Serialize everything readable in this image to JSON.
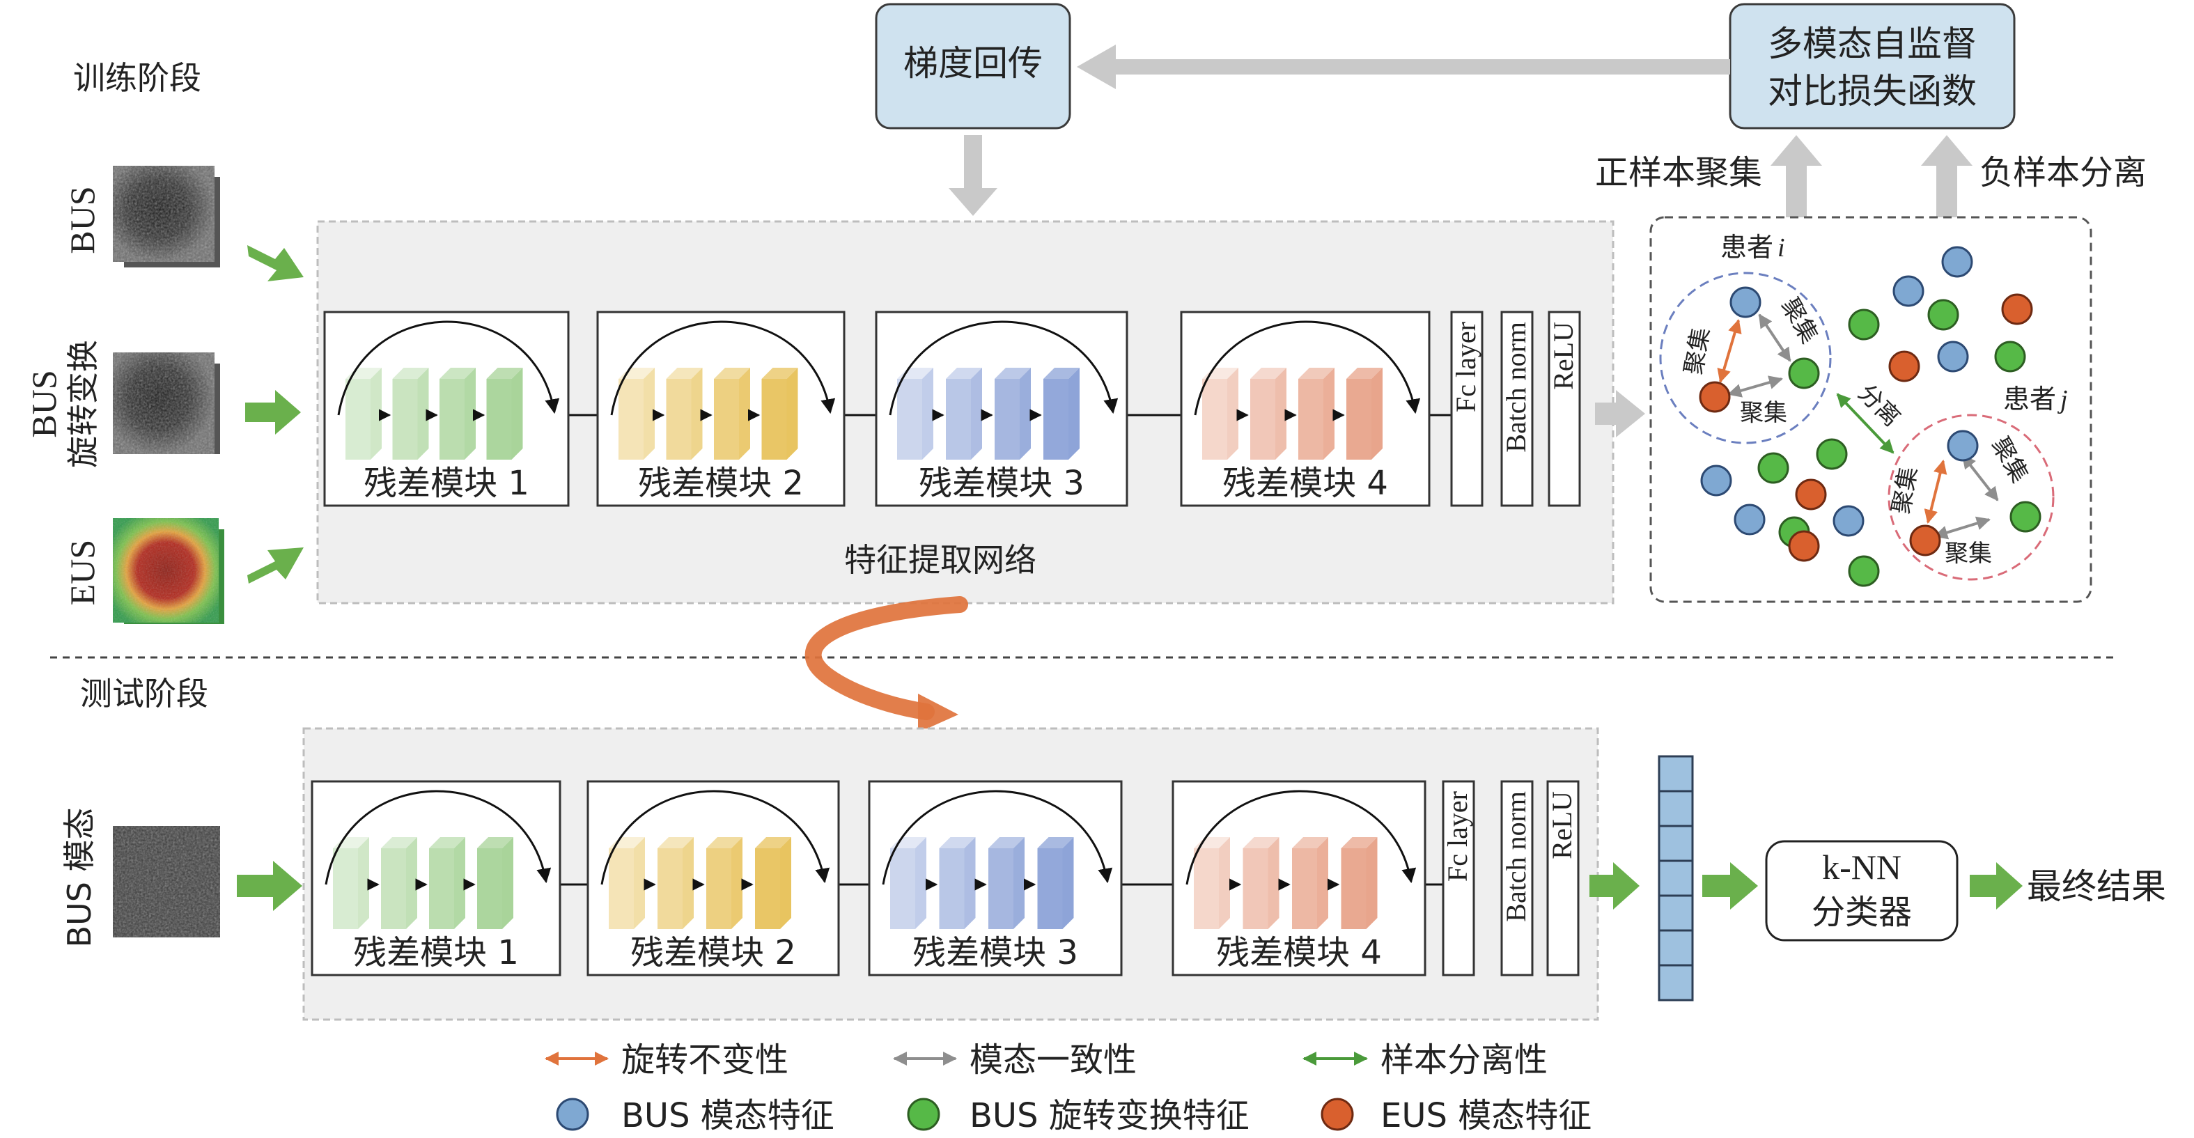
{
  "train": {
    "stage_label": "训练阶段",
    "inputs": {
      "bus": "BUS",
      "rot_line1": "BUS",
      "rot_line2": "旋转变换",
      "eus": "EUS"
    },
    "network_label": "特征提取网络"
  },
  "test": {
    "stage_label": "测试阶段",
    "input_label": "BUS 模态"
  },
  "blocks": [
    "残差模块 1",
    "残差模块 2",
    "残差模块 3",
    "残差模块 4"
  ],
  "layers": [
    "Fc layer",
    "Batch norm",
    "ReLU"
  ],
  "top": {
    "gradient_box": "梯度回传",
    "loss_line1": "多模态自监督",
    "loss_line2": "对比损失函数",
    "positive": "正样本聚集",
    "negative": "负样本分离"
  },
  "feature_space": {
    "patient_i_prefix": "患者",
    "patient_i_var": "i",
    "patient_j_prefix": "患者",
    "patient_j_var": "j",
    "gather": "聚集",
    "separate": "分离"
  },
  "classifier": {
    "line1": "k-NN",
    "line2": "分类器"
  },
  "final_result": "最终结果",
  "legend": {
    "rotation": "旋转不变性",
    "modality": "模态一致性",
    "separation": "样本分离性",
    "bus_feature": "BUS 模态特征",
    "rot_feature": "BUS 旋转变换特征",
    "eus_feature": "EUS 模态特征"
  },
  "colors": {
    "bus_feature": "#7fa8d2",
    "rot_feature": "#56b947",
    "eus_feature": "#d9602e",
    "rotation_arrow": "#e0733c",
    "modality_arrow": "#9a9a9a",
    "separation_arrow": "#4a9a3a",
    "input_arrow": "#6ab04c",
    "gray_arrow": "#c9c9c9",
    "block1": "#a9d49a",
    "block2": "#e8c460",
    "block3": "#8ea4d8",
    "block4": "#e8a58c",
    "node_box": "#cfe2ef",
    "feature_vector": "#9ec1df"
  }
}
